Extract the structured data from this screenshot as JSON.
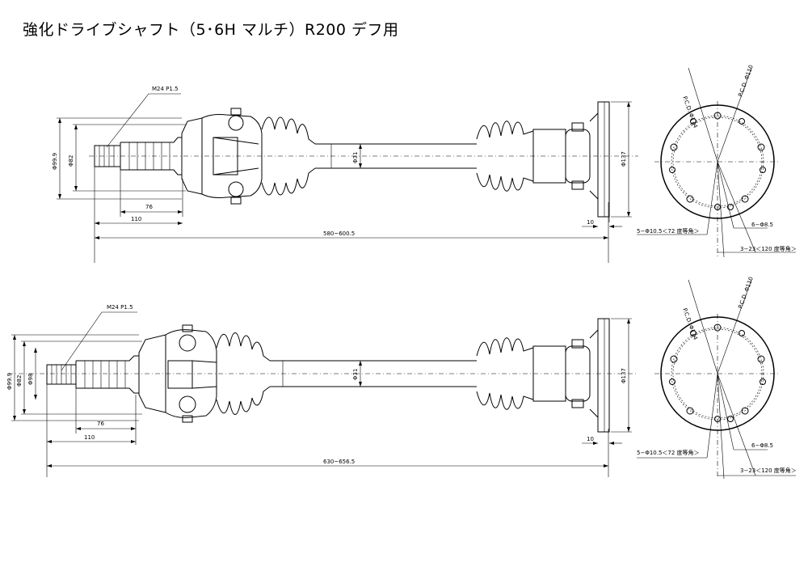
{
  "title": "強化ドライブシャフト（5･6H マルチ）R200 デフ用",
  "shafts": [
    {
      "thread": "M24 P1.5",
      "dia_outer": "Φ99.9",
      "dia_mid": "Φ82",
      "dia_inner": "",
      "dia_shaft": "Φ31",
      "dia_flange": "Φ137",
      "len_76": "76",
      "len_110": "110",
      "len_10": "10",
      "total": "580~600.5",
      "pcd_114": "P.C.D. Φ114",
      "pcd_110": "P.C.D. Φ110",
      "holes_5": "5−Φ10.5＜72 度等角＞",
      "holes_6": "6−Φ8.5",
      "holes_3": "3−23＜120 度等角＞"
    },
    {
      "thread": "M24 P1.5",
      "dia_outer": "Φ99.9",
      "dia_mid": "Φ82",
      "dia_inner": "Φ98",
      "dia_shaft": "Φ31",
      "dia_flange": "Φ137",
      "len_76": "76",
      "len_110": "110",
      "len_10": "10",
      "total": "630~656.5",
      "pcd_114": "P.C.D. Φ114",
      "pcd_110": "P.C.D. Φ110",
      "holes_5": "5−Φ10.5＜72 度等角＞",
      "holes_6": "6−Φ8.5",
      "holes_3": "3−23＜120 度等角＞"
    }
  ]
}
